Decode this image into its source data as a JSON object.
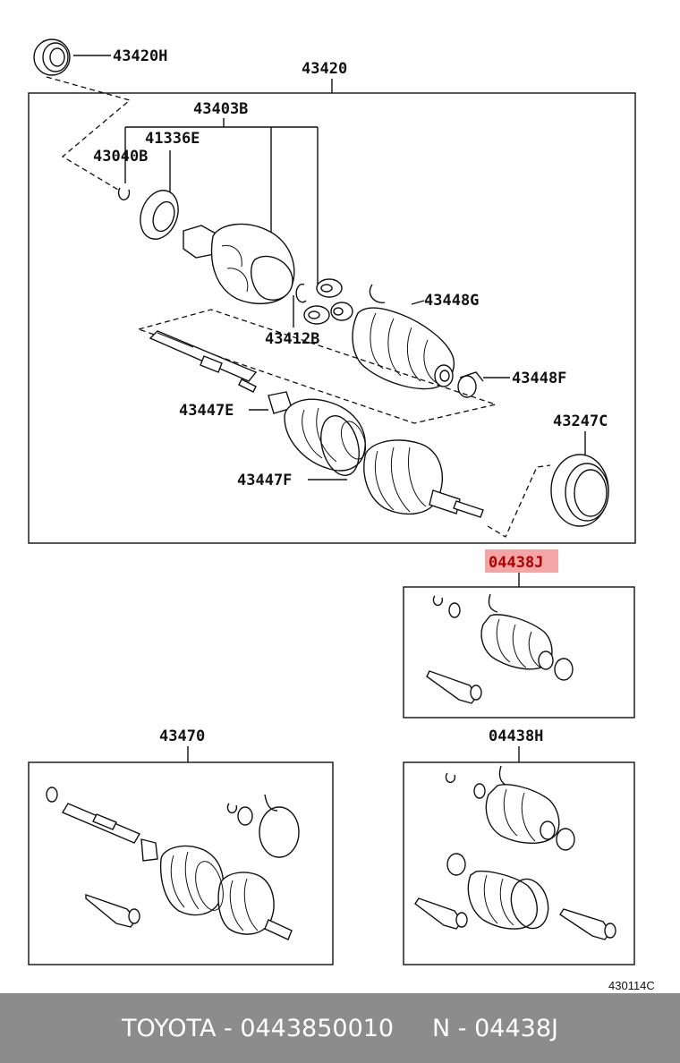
{
  "labels": {
    "p43420h": "43420H",
    "p43420": "43420",
    "p43403b": "43403B",
    "p41336e": "41336E",
    "p43040b": "43040B",
    "p43448g": "43448G",
    "p43412b": "43412B",
    "p43448f": "43448F",
    "p43447e": "43447E",
    "p43247c": "43247C",
    "p43447f": "43447F",
    "p04438j": "04438J",
    "p43470": "43470",
    "p04438h": "04438H"
  },
  "diagram_ref": "430114C",
  "footer": {
    "text": "TOYOTA - 0443850010     N - 04438J"
  },
  "colors": {
    "highlight_bg": "#f4a6a6",
    "footer_bg": "#8c8c8c"
  }
}
